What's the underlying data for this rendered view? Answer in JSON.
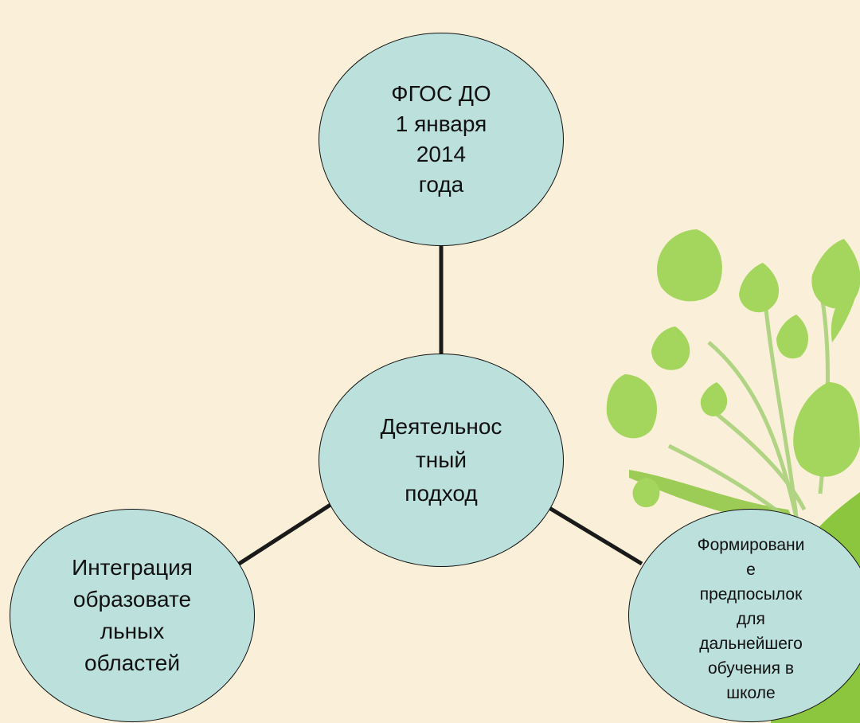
{
  "colors": {
    "background": "#faefd8",
    "node_fill": "#bce0dc",
    "node_stroke": "#111111",
    "connector": "#1a1a1a",
    "tree_trunk": "#8cc63f",
    "leaf_light": "#a4d65e",
    "leaf_dark": "#72b234"
  },
  "diagram": {
    "center": {
      "label": "Деятельнос\nтный\nподход"
    },
    "top": {
      "label": "ФГОС ДО\n1 января\n2014\nгода"
    },
    "left": {
      "label": "Интеграция\nобразовате\nльных\nобластей"
    },
    "right": {
      "label": "Формировани\nе\nпредпосылок\nдля\nдальнейшего\nобучения в\nшколе"
    }
  },
  "decoration": {
    "icon": "tree-with-leaves-icon"
  }
}
